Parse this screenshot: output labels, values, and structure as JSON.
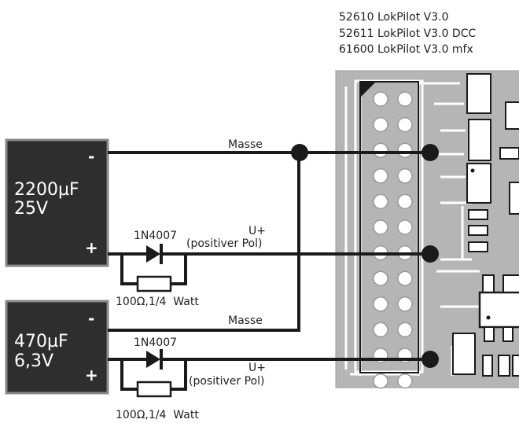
{
  "product_lines": [
    "52610 LokPilot V3.0",
    "52611 LokPilot V3.0 DCC",
    "61600 LokPilot V3.0 mfx"
  ],
  "capacitor_1": {
    "value": "2200µF",
    "voltage": "25V",
    "minus": "-",
    "plus": "+"
  },
  "capacitor_2": {
    "value": "470µF",
    "voltage": "6,3V",
    "minus": "-",
    "plus": "+"
  },
  "wire_labels": {
    "masse_1": "Masse",
    "masse_2": "Masse",
    "uplus_1": "U+",
    "pol_1": "(positiver Pol)",
    "uplus_2": "U+",
    "pol_2": "(positiver Pol)"
  },
  "diode_1": "1N4007",
  "diode_2": "1N4007",
  "resistor_1": "100Ω,1/4  Watt",
  "resistor_2": "100Ω,1/4  Watt",
  "colors": {
    "wire": "#1a1a1a",
    "capacitor_fill": "#2e2e2e",
    "capacitor_border": "#888888",
    "board_fill": "#b5b5b5",
    "pad_fill": "#ffffff"
  }
}
